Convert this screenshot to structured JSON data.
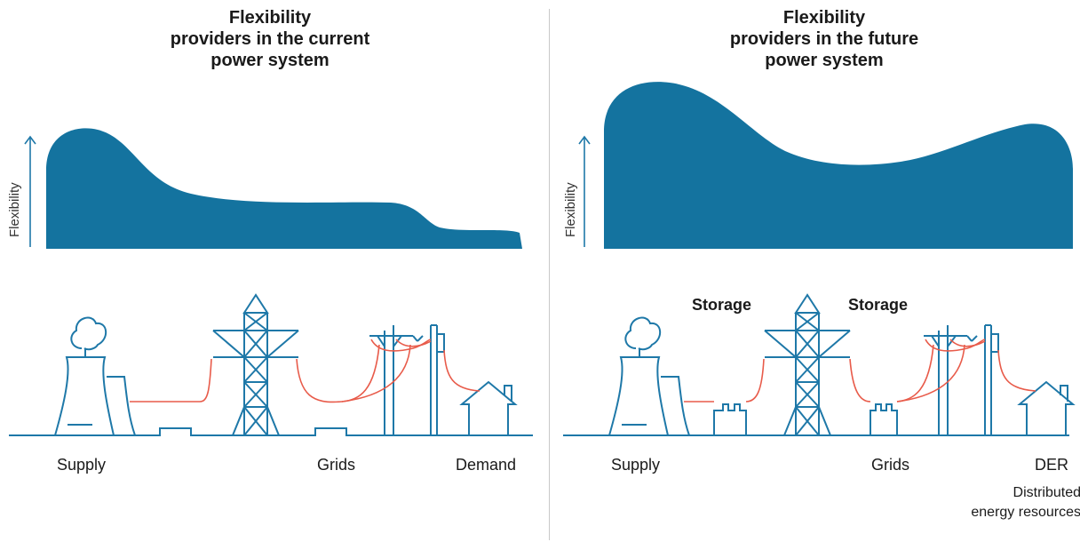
{
  "colors": {
    "area": "#14739f",
    "line": "#1e78a8",
    "wire": "#e85b4a",
    "divider": "#c8c8c8"
  },
  "left": {
    "title_line1": "Flexibility",
    "title_line2": "providers in the current",
    "title_line3": "power system",
    "y_axis": "Flexibility",
    "labels": {
      "supply": "Supply",
      "grids": "Grids",
      "demand": "Demand"
    }
  },
  "right": {
    "title_line1": "Flexibility",
    "title_line2": "providers in the future",
    "title_line3": "power system",
    "y_axis": "Flexibility",
    "labels": {
      "storage_left": "Storage",
      "storage_right": "Storage",
      "supply": "Supply",
      "grids": "Grids",
      "der": "DER",
      "der_desc_line1": "Distributed",
      "der_desc_line2": "energy resources"
    }
  }
}
